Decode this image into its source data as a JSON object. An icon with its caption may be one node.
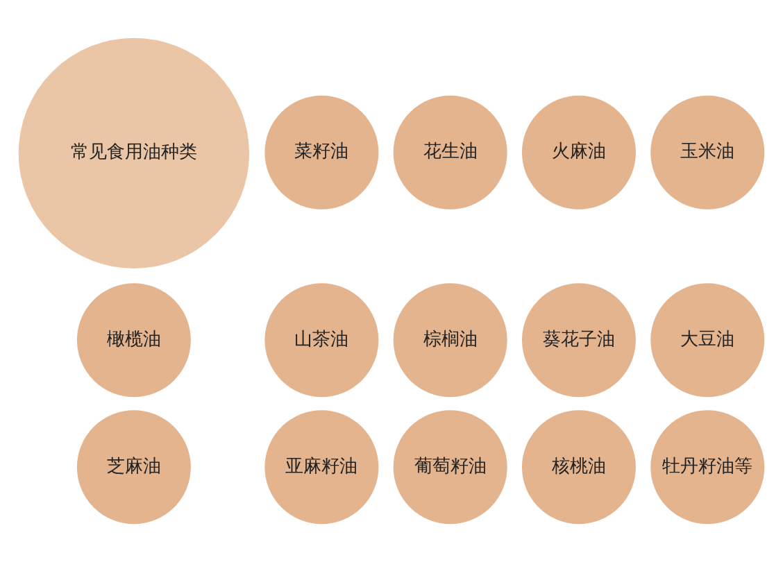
{
  "diagram": {
    "nodes": [
      {
        "text": [
          "常见食用油种类"
        ]
      },
      {
        "text": [
          "菜籽油"
        ]
      },
      {
        "text": [
          "花生油"
        ]
      },
      {
        "text": [
          "火麻油"
        ]
      },
      {
        "text": [
          "玉米油"
        ]
      },
      {
        "text": [
          "橄榄油"
        ]
      },
      {
        "text": [
          "山茶油"
        ]
      },
      {
        "text": [
          "棕榈油"
        ]
      },
      {
        "text": [
          "葵花子油"
        ]
      },
      {
        "text": [
          "大豆油"
        ]
      },
      {
        "text": [
          "芝麻油"
        ]
      },
      {
        "text": [
          "亚麻籽油"
        ]
      },
      {
        "text": [
          "葡萄籽油"
        ]
      },
      {
        "text": [
          "核桃油"
        ]
      },
      {
        "text": [
          "牡丹籽油等"
        ]
      }
    ]
  }
}
